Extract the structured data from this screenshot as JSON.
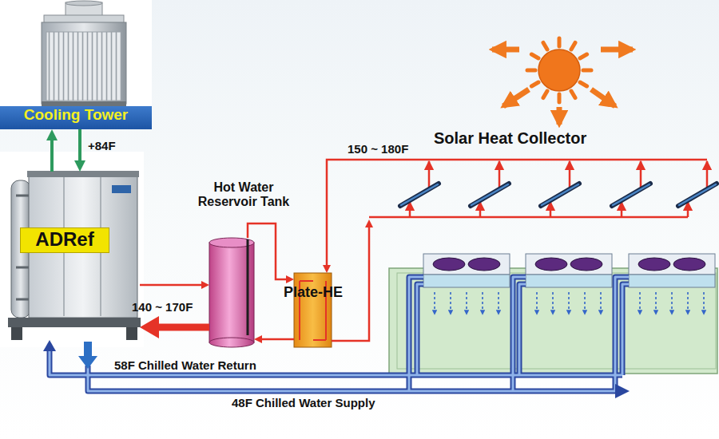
{
  "diagram": {
    "nodes": [
      {
        "text": [
          "Cooling Tower"
        ]
      },
      {
        "text": [
          "Solar Heat Collector"
        ]
      },
      {
        "text": [
          "Hot Water Reservoir Tank"
        ]
      },
      {
        "text": [
          "ADRef"
        ]
      },
      {
        "text": [
          "Plate-HE"
        ]
      }
    ],
    "edges": [
      {
        "from": 3,
        "to": 0,
        "arrow": "to"
      },
      {
        "from": 0,
        "to": 3,
        "label": "+84F",
        "arrow": "to"
      },
      {
        "from": 1,
        "to": 4,
        "label": "150 ~ 180F",
        "arrow": "to"
      },
      {
        "from": 4,
        "to": 1,
        "arrow": "to"
      },
      {
        "from": 2,
        "to": 4,
        "arrow": "to"
      },
      {
        "from": 4,
        "to": 2,
        "arrow": "to"
      },
      {
        "from": 2,
        "to": 3,
        "label": "140 ~ 170F",
        "arrow": "to"
      },
      {
        "from": 3,
        "to": 2,
        "arrow": "to"
      }
    ],
    "labels": [
      "58F Chilled Water Return",
      "48F Chilled Water Supply"
    ]
  }
}
